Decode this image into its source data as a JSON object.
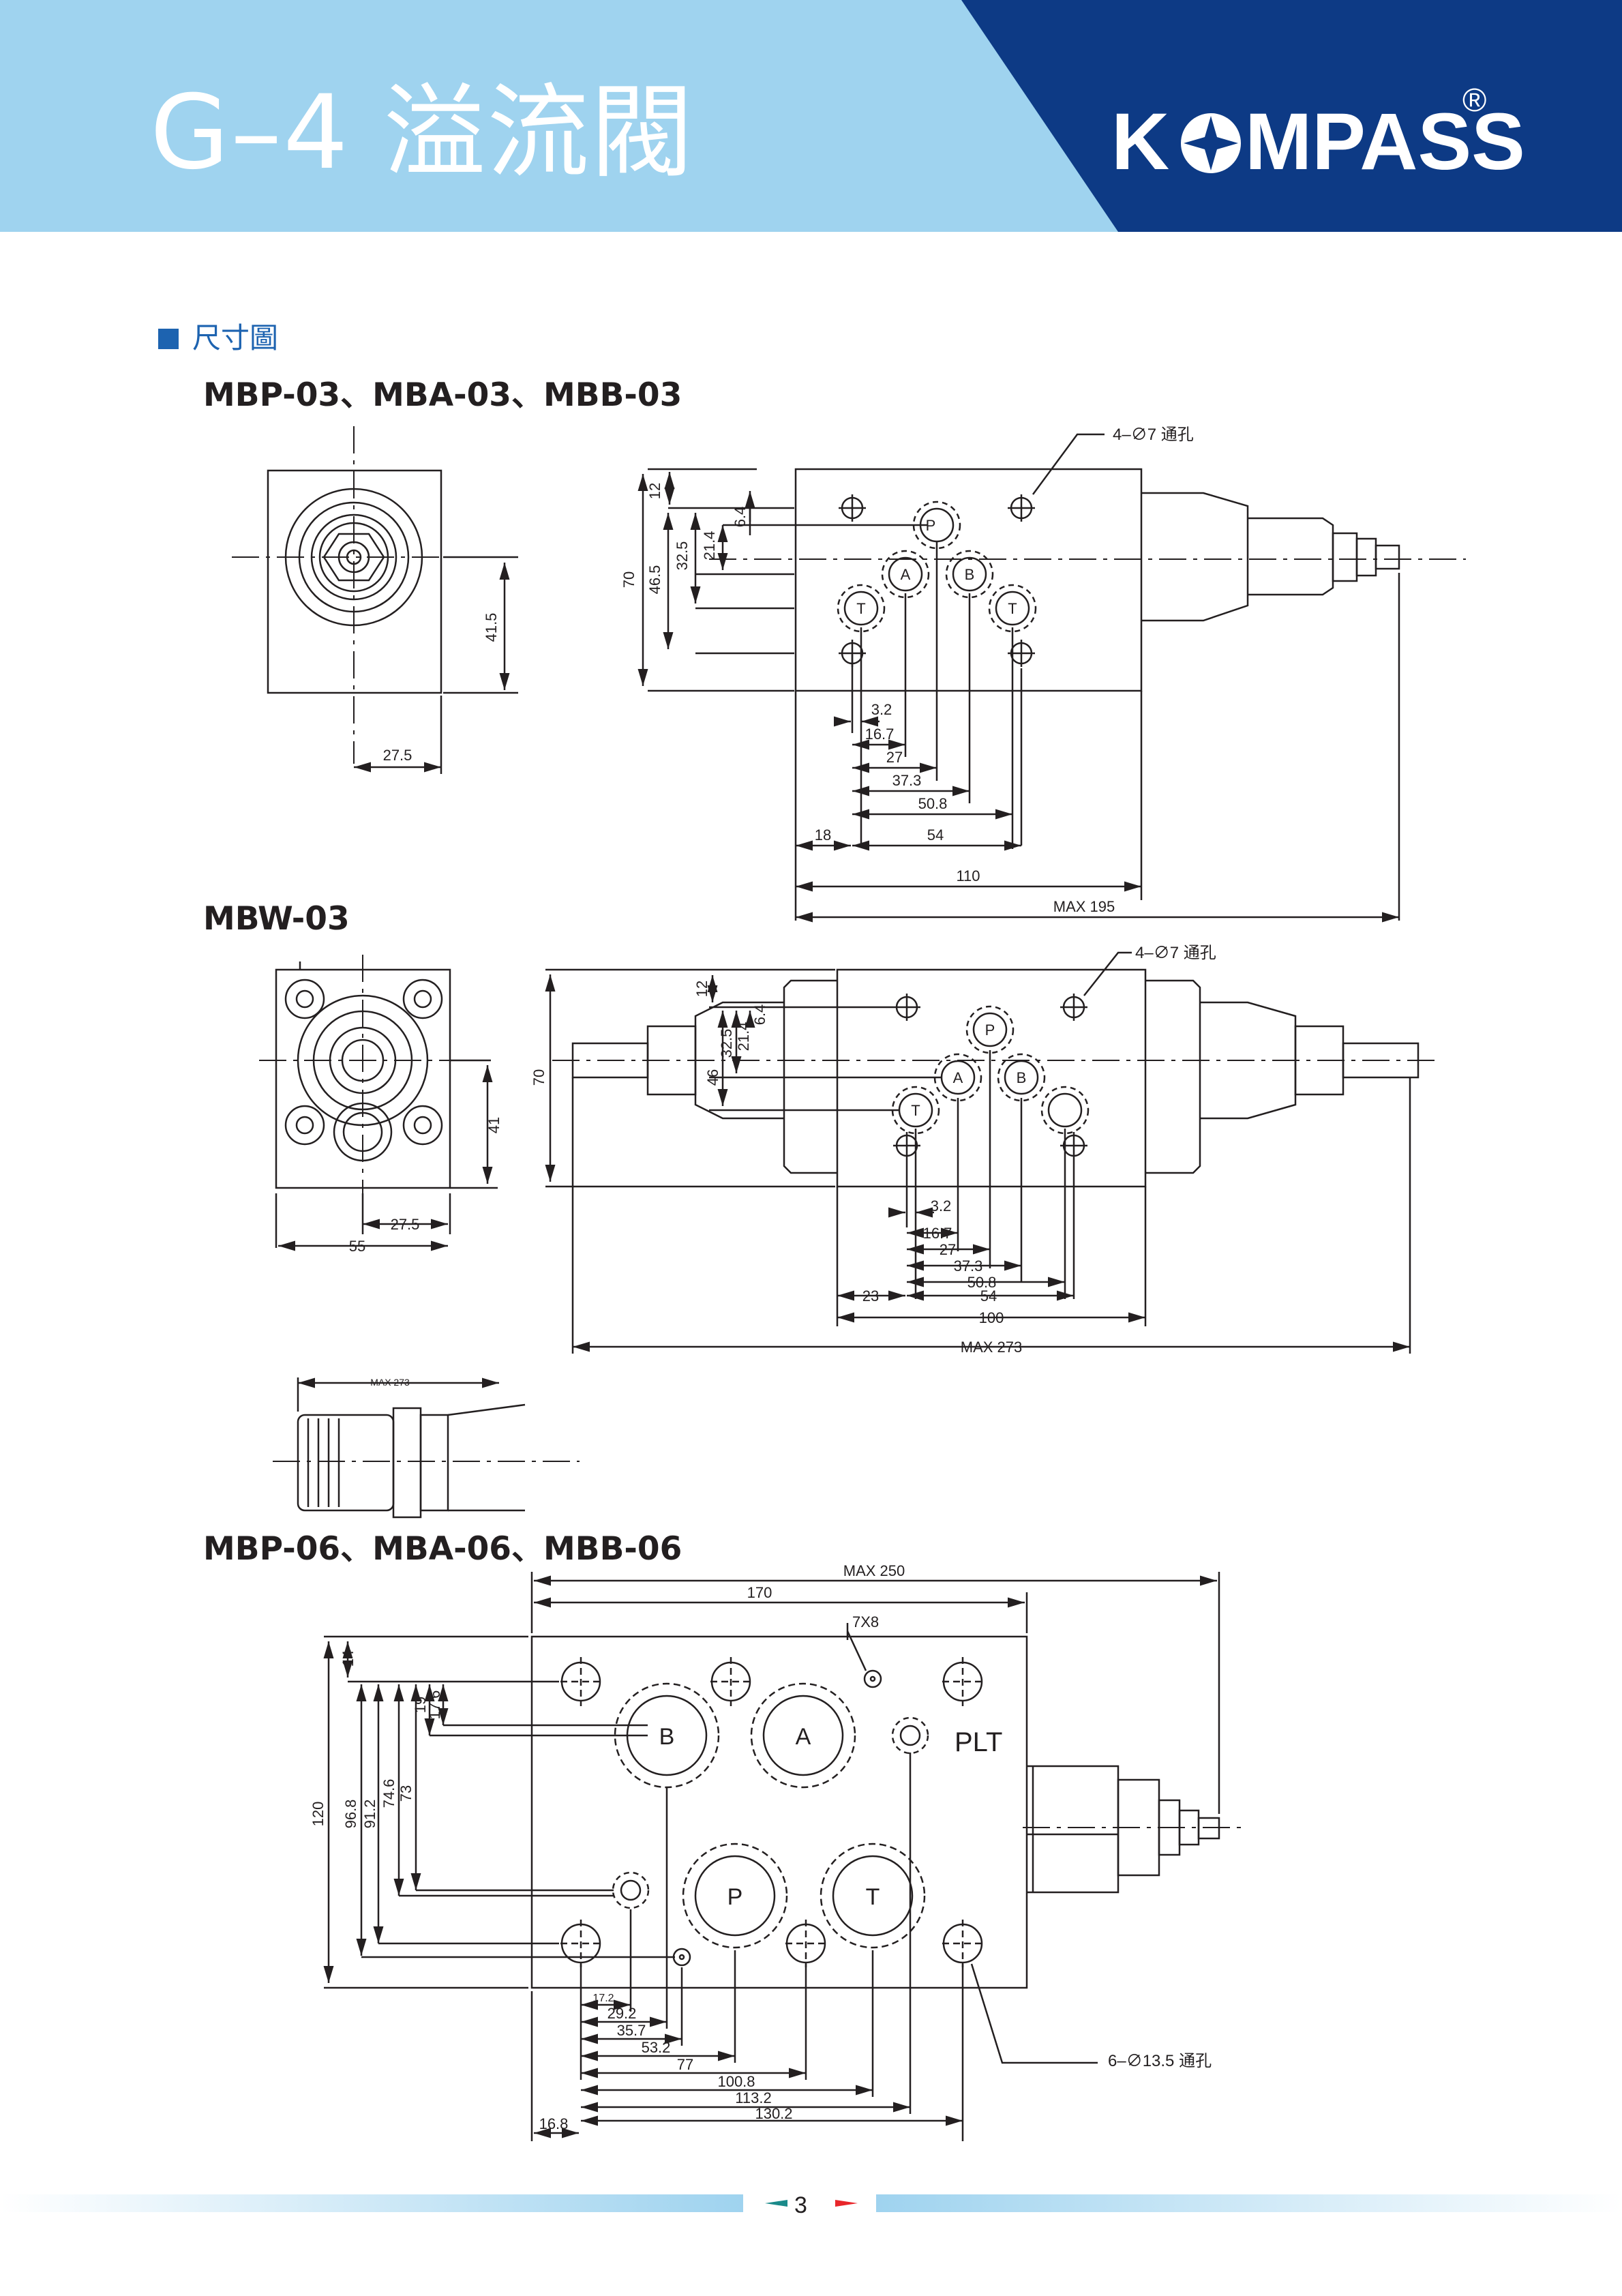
{
  "header": {
    "title": "G–4 溢流閥",
    "brand": "KOMPASS",
    "registered": "®"
  },
  "section": {
    "label": "尺寸圖"
  },
  "drawing1": {
    "title": "MBP-03、MBA-03、MBB-03",
    "holes_note": "4–∅7 通孔",
    "ports": [
      "P",
      "A",
      "B",
      "T",
      "T"
    ],
    "dims_vertical": [
      "12",
      "6.4",
      "21.4",
      "32.5",
      "46.5",
      "70",
      "41.5"
    ],
    "dims_horizontal": [
      "27.5",
      "3.2",
      "16.7",
      "27",
      "37.3",
      "50.8",
      "18",
      "54",
      "110",
      "MAX  195"
    ]
  },
  "drawing2": {
    "title": "MBW-03",
    "holes_note": "4–∅7 通孔",
    "ports": [
      "P",
      "A",
      "B",
      "T"
    ],
    "dims_vertical": [
      "12",
      "6.4",
      "21.4",
      "32.5",
      "46",
      "70",
      "41"
    ],
    "dims_horizontal": [
      "27.5",
      "55",
      "3.2",
      "16.7",
      "27",
      "37.3",
      "50.8",
      "23",
      "54",
      "100",
      "MAX 273"
    ],
    "small_dim": "MAX 273"
  },
  "drawing3": {
    "title": "MBP-06、MBA-06、MBB-06",
    "top_dims": [
      "MAX 250",
      "170"
    ],
    "bolt_note": "7X8",
    "ports": [
      "B",
      "A",
      "P",
      "T"
    ],
    "plt_label": "PLT",
    "dims_vertical": [
      "14",
      "19",
      "17.6",
      "73",
      "74.6",
      "91.2",
      "96.8",
      "120"
    ],
    "dims_horizontal": [
      "17.2",
      "29.2",
      "35.7",
      "53.2",
      "77",
      "100.8",
      "113.2",
      "130.2",
      "16.8"
    ],
    "holes_note": "6–∅13.5 通孔"
  },
  "footer": {
    "page_number": "3"
  },
  "colors": {
    "light_blue": "#9fd3ef",
    "dark_blue": "#0d3a85",
    "accent_blue": "#1d63b0",
    "red_arrow": "#e8262a",
    "teal_arrow": "#1a8a8a"
  }
}
